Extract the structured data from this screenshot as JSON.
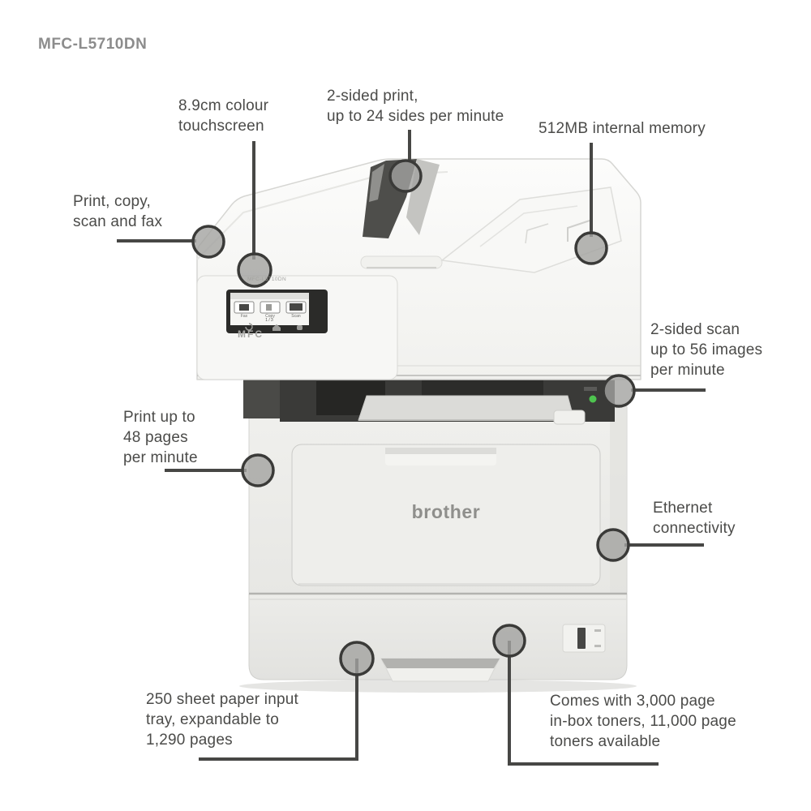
{
  "page": {
    "title": "MFC-L5710DN"
  },
  "printer": {
    "brand_logo": "brother",
    "panel_model": "MFC-L5710DN",
    "panel_brand": "MFC",
    "screen": {
      "tiles": [
        {
          "label": "Fax"
        },
        {
          "label": "Copy"
        },
        {
          "label": "Scan"
        }
      ],
      "pagination": "1/3"
    }
  },
  "callouts": [
    {
      "id": "print-copy-scan-fax",
      "text": "Print, copy,\nscan and fax"
    },
    {
      "id": "touchscreen",
      "text": "8.9cm colour\ntouchscreen"
    },
    {
      "id": "duplex-print",
      "text": "2-sided print,\nup to 24 sides per minute"
    },
    {
      "id": "memory",
      "text": "512MB internal memory"
    },
    {
      "id": "duplex-scan",
      "text": "2-sided scan\nup to 56 images\nper minute"
    },
    {
      "id": "print-speed",
      "text": "Print up to\n48 pages\nper minute"
    },
    {
      "id": "ethernet",
      "text": "Ethernet\nconnectivity"
    },
    {
      "id": "paper-tray",
      "text": "250 sheet paper input\ntray, expandable to\n1,290 pages"
    },
    {
      "id": "toner",
      "text": "Comes with 3,000 page\nin-box toners, 11,000 page\ntoners available"
    }
  ],
  "colors": {
    "callout_line": "#474745",
    "callout_marker_fill": "#a2a2a0",
    "callout_marker_stroke": "#3a3a38",
    "text": "#4b4b49",
    "title_text": "#8c8c8c",
    "brand_text": "#8f8f8c",
    "status_led": "#4ec44f",
    "printer_body": "#ebebe8",
    "cavity_dark": "#3a3a38"
  }
}
